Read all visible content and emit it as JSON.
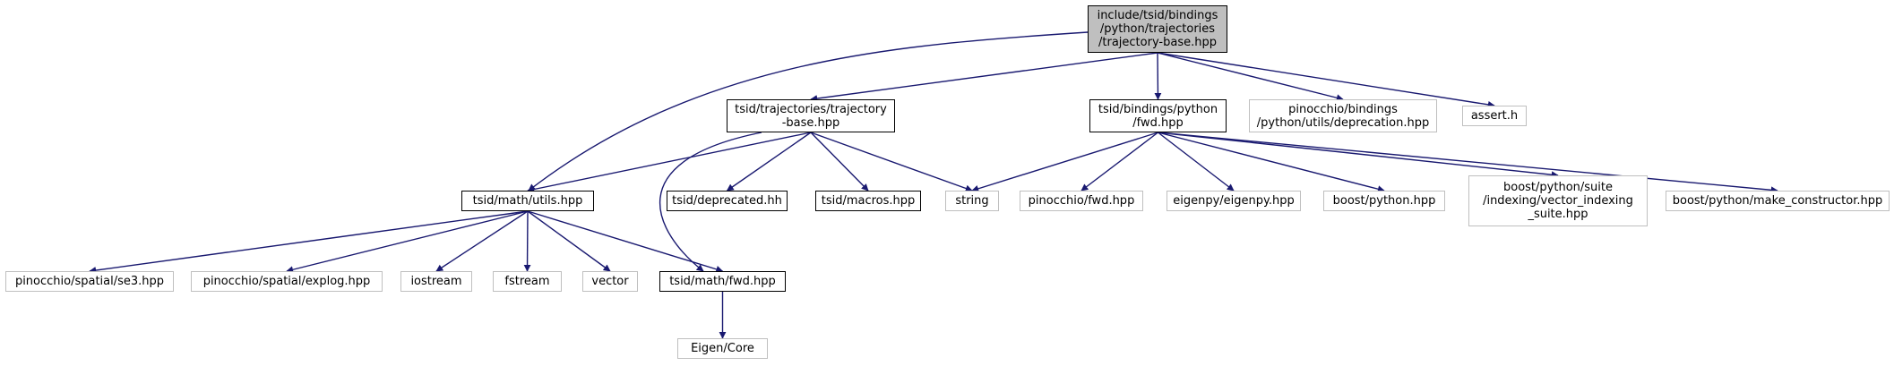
{
  "colors": {
    "edge": "#191970",
    "root_fill": "#bfbfbf",
    "external_border": "#bfbfbf",
    "internal_border": "#000000"
  },
  "nodes": [
    {
      "id": "root",
      "kind": "root",
      "label": "include/tsid/bindings\n/python/trajectories\n/trajectory-base.hpp"
    },
    {
      "id": "traj_base",
      "kind": "internal",
      "label": "tsid/trajectories/trajectory\n-base.hpp"
    },
    {
      "id": "bind_fwd",
      "kind": "internal",
      "label": "tsid/bindings/python\n/fwd.hpp"
    },
    {
      "id": "pin_deprecation",
      "kind": "external",
      "label": "pinocchio/bindings\n/python/utils/deprecation.hpp"
    },
    {
      "id": "assert",
      "kind": "external",
      "label": "assert.h"
    },
    {
      "id": "math_utils",
      "kind": "internal",
      "label": "tsid/math/utils.hpp"
    },
    {
      "id": "deprecated",
      "kind": "internal",
      "label": "tsid/deprecated.hh"
    },
    {
      "id": "macros",
      "kind": "internal",
      "label": "tsid/macros.hpp"
    },
    {
      "id": "string",
      "kind": "external",
      "label": "string"
    },
    {
      "id": "pin_fwd",
      "kind": "external",
      "label": "pinocchio/fwd.hpp"
    },
    {
      "id": "eigenpy",
      "kind": "external",
      "label": "eigenpy/eigenpy.hpp"
    },
    {
      "id": "boost_python",
      "kind": "external",
      "label": "boost/python.hpp"
    },
    {
      "id": "vector_indexing",
      "kind": "external",
      "label": "boost/python/suite\n/indexing/vector_indexing\n_suite.hpp"
    },
    {
      "id": "make_constructor",
      "kind": "external",
      "label": "boost/python/make_constructor.hpp"
    },
    {
      "id": "se3",
      "kind": "external",
      "label": "pinocchio/spatial/se3.hpp"
    },
    {
      "id": "explog",
      "kind": "external",
      "label": "pinocchio/spatial/explog.hpp"
    },
    {
      "id": "iostream",
      "kind": "external",
      "label": "iostream"
    },
    {
      "id": "fstream",
      "kind": "external",
      "label": "fstream"
    },
    {
      "id": "vector",
      "kind": "external",
      "label": "vector"
    },
    {
      "id": "math_fwd",
      "kind": "internal",
      "label": "tsid/math/fwd.hpp"
    },
    {
      "id": "eigen_core",
      "kind": "external",
      "label": "Eigen/Core"
    }
  ],
  "edges": [
    [
      "root",
      "math_utils"
    ],
    [
      "root",
      "traj_base"
    ],
    [
      "root",
      "bind_fwd"
    ],
    [
      "root",
      "pin_deprecation"
    ],
    [
      "root",
      "assert"
    ],
    [
      "traj_base",
      "math_utils"
    ],
    [
      "traj_base",
      "math_fwd"
    ],
    [
      "traj_base",
      "deprecated"
    ],
    [
      "traj_base",
      "macros"
    ],
    [
      "traj_base",
      "string"
    ],
    [
      "bind_fwd",
      "string"
    ],
    [
      "bind_fwd",
      "pin_fwd"
    ],
    [
      "bind_fwd",
      "eigenpy"
    ],
    [
      "bind_fwd",
      "boost_python"
    ],
    [
      "bind_fwd",
      "vector_indexing"
    ],
    [
      "bind_fwd",
      "make_constructor"
    ],
    [
      "math_utils",
      "se3"
    ],
    [
      "math_utils",
      "explog"
    ],
    [
      "math_utils",
      "iostream"
    ],
    [
      "math_utils",
      "fstream"
    ],
    [
      "math_utils",
      "vector"
    ],
    [
      "math_utils",
      "math_fwd"
    ],
    [
      "math_fwd",
      "eigen_core"
    ]
  ]
}
